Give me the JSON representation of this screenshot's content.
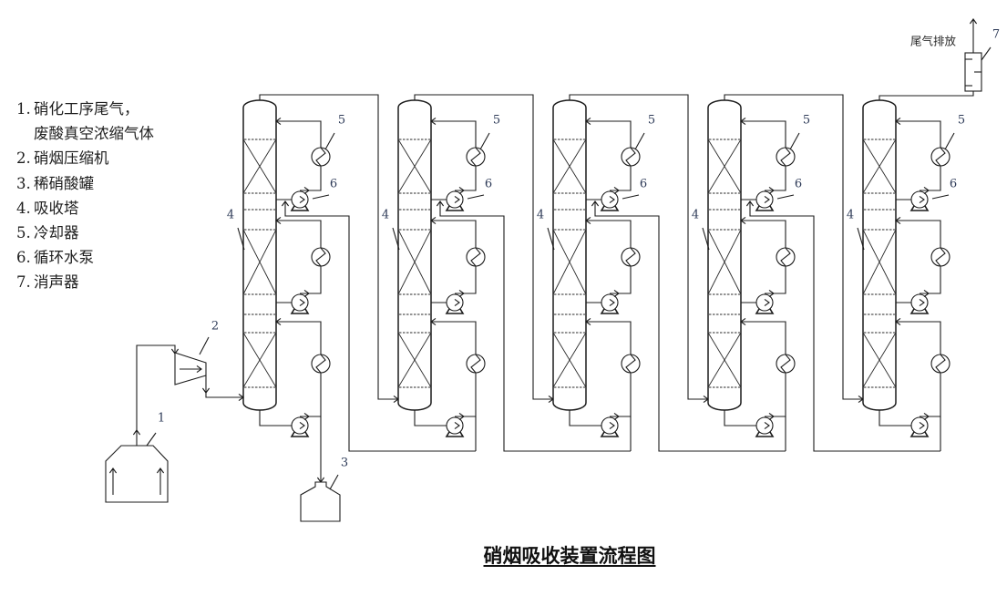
{
  "title": "硝烟吸收装置流程图",
  "legend": {
    "items": [
      {
        "number": "1.",
        "name": "硝化工序尾气，",
        "name_line2": "废酸真空浓缩气体"
      },
      {
        "number": "2.",
        "name": "硝烟压缩机"
      },
      {
        "number": "3.",
        "name": "稀硝酸罐"
      },
      {
        "number": "4.",
        "name": "吸收塔"
      },
      {
        "number": "5.",
        "name": "冷却器"
      },
      {
        "number": "6.",
        "name": "循环水泵"
      },
      {
        "number": "7.",
        "name": "消声器"
      }
    ]
  },
  "labels": {
    "exhaust": "尾气排放",
    "feed_source": "1",
    "compressor": "2",
    "acid_tank": "3",
    "silencer": "7"
  },
  "towers": [
    {
      "tower": "4",
      "cooler": "5",
      "pump": "6"
    },
    {
      "tower": "4",
      "cooler": "5",
      "pump": "6"
    },
    {
      "tower": "4",
      "cooler": "5",
      "pump": "6"
    },
    {
      "tower": "4",
      "cooler": "5",
      "pump": "6"
    },
    {
      "tower": "4",
      "cooler": "5",
      "pump": "6"
    }
  ]
}
